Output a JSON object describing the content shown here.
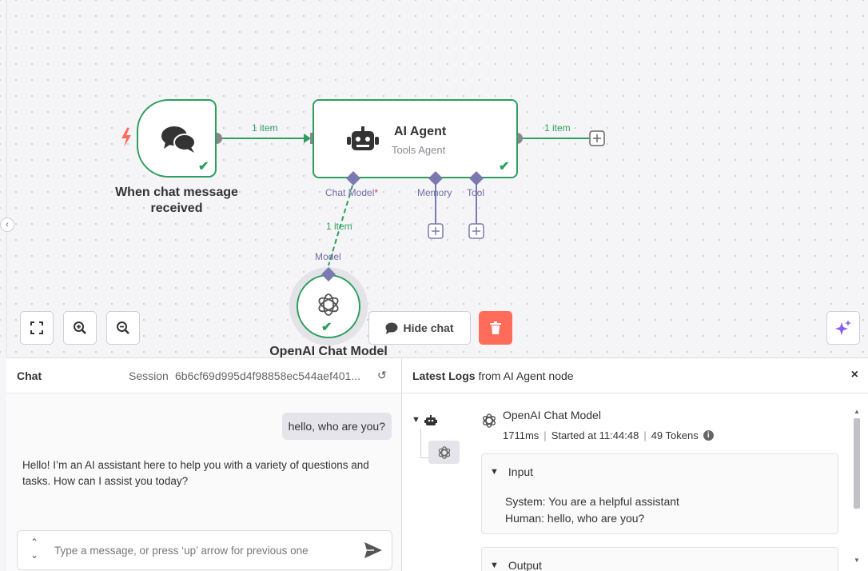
{
  "canvas": {
    "trigger_node": {
      "title_line1": "When chat message",
      "title_line2": "received"
    },
    "agent_node": {
      "title": "AI Agent",
      "subtitle": "Tools Agent"
    },
    "model_node": {
      "title": "OpenAI Chat Model"
    },
    "edges": {
      "trigger_to_agent": "1 item",
      "agent_output": "1 item",
      "model_to_agent": "1 item"
    },
    "ports": {
      "chat_model": "Chat Model",
      "chat_model_required": "*",
      "memory": "Memory",
      "tool": "Tool",
      "model": "Model"
    },
    "controls": {
      "hide_chat_label": "Hide chat"
    },
    "colors": {
      "success": "#2e9e5f",
      "port": "#7a7ab0",
      "danger": "#ff6d5a",
      "trigger": "#ff6d5a",
      "sparkle": "#8b5cf6"
    }
  },
  "chat": {
    "title": "Chat",
    "session_label": "Session",
    "session_id": "6b6cf69d995d4f98858ec544aef401...",
    "messages": [
      {
        "role": "user",
        "text": "hello, who are you?"
      },
      {
        "role": "assistant",
        "text": "Hello! I’m an AI assistant here to help you with a variety of questions and tasks. How can I assist you today?"
      }
    ],
    "input_placeholder": "Type a message, or press ‘up’ arrow for previous one"
  },
  "logs": {
    "title_bold": "Latest Logs",
    "title_rest": " from AI Agent node",
    "close": "×",
    "entry": {
      "title": "OpenAI Chat Model",
      "duration": "1711ms",
      "started": "Started at 11:44:48",
      "tokens": "49 Tokens",
      "input_label": "Input",
      "input_lines": [
        "System: You are a helpful assistant",
        "Human: hello, who are you?"
      ],
      "output_label": "Output"
    }
  }
}
